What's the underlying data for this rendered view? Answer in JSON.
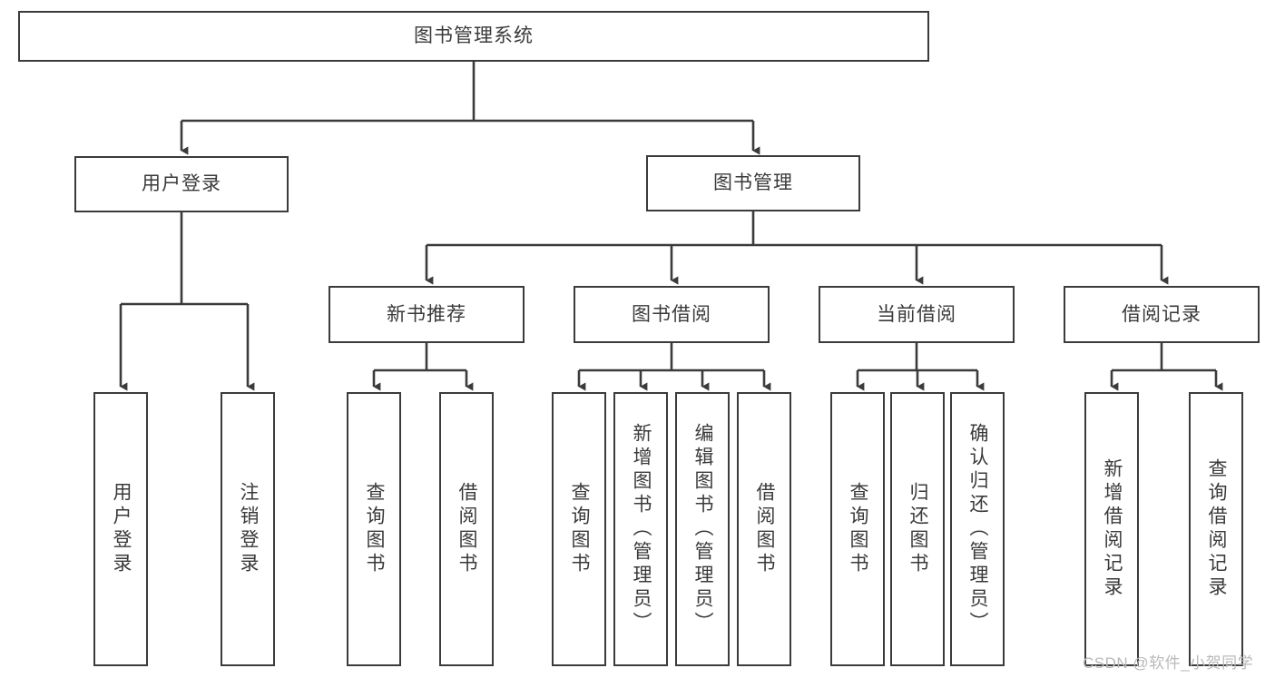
{
  "diagram": {
    "title": "图书管理系统",
    "type": "tree",
    "orientation": "top-down",
    "colors": {
      "stroke": "#3b3b3b",
      "fill": "#ffffff",
      "text": "#3a3a3a",
      "watermark": "#b9b9b9"
    },
    "levels": {
      "root": {
        "label": "图书管理系统"
      },
      "level2": [
        {
          "label": "用户登录"
        },
        {
          "label": "图书管理"
        }
      ],
      "level3": [
        {
          "label": "新书推荐"
        },
        {
          "label": "图书借阅"
        },
        {
          "label": "当前借阅"
        },
        {
          "label": "借阅记录"
        }
      ],
      "leaves": {
        "user_login": [
          {
            "label": "用户登录"
          },
          {
            "label": "注销登录"
          }
        ],
        "new_book_recommend": [
          {
            "label": "查询图书"
          },
          {
            "label": "借阅图书"
          }
        ],
        "book_borrow": [
          {
            "label": "查询图书"
          },
          {
            "label": "新增图书（管理员）"
          },
          {
            "label": "编辑图书（管理员）"
          },
          {
            "label": "借阅图书"
          }
        ],
        "current_borrow": [
          {
            "label": "查询图书"
          },
          {
            "label": "归还图书"
          },
          {
            "label": "确认归还（管理员）"
          }
        ],
        "borrow_record": [
          {
            "label": "新增借阅记录"
          },
          {
            "label": "查询借阅记录"
          }
        ]
      }
    }
  },
  "watermark": {
    "text": "CSDN @软件_小贺同学"
  }
}
